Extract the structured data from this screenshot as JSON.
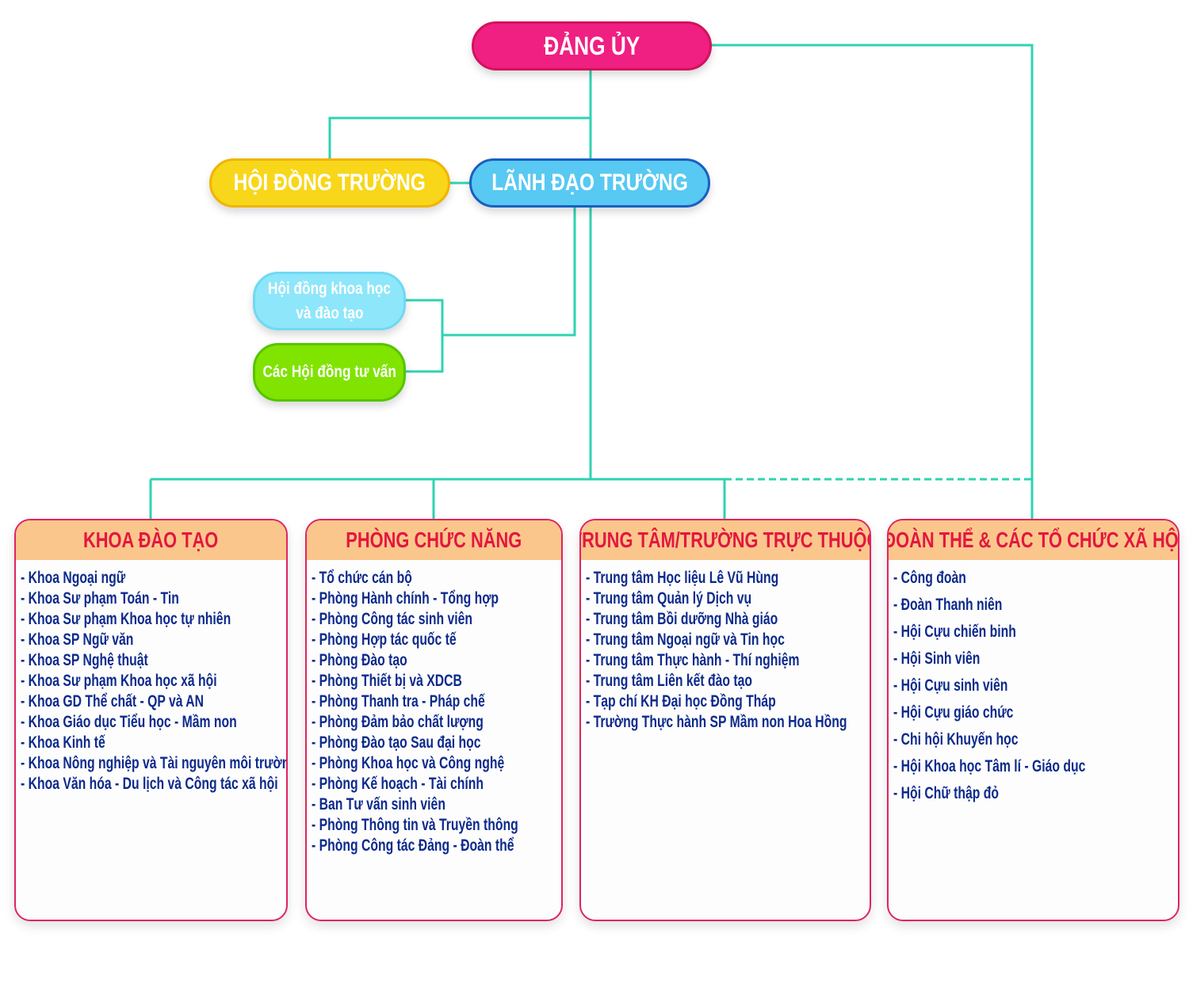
{
  "colors": {
    "line": "#2fd3b1",
    "dang_uy": "#f01f82",
    "hoi_dong_truong": "#f8d61a",
    "lanh_dao": "#58c9f2",
    "header": "#fbc68c",
    "title": "#e3173f",
    "item": "#0d2a8c"
  },
  "nodes": {
    "dang_uy": "ĐẢNG ỦY",
    "hoi_dong_truong": "HỘI ĐỒNG TRƯỜNG",
    "lanh_dao_truong": "LÃNH ĐẠO TRƯỜNG",
    "hoi_dong_khoa_hoc_1": "Hội đồng khoa học",
    "hoi_dong_khoa_hoc_2": "và đào tạo",
    "hoi_dong_tu_van": "Các Hội đồng tư vấn"
  },
  "groups": [
    {
      "title": "KHOA ĐÀO TẠO",
      "items": [
        "- Khoa Ngoại ngữ",
        "- Khoa Sư phạm Toán - Tin",
        "- Khoa Sư phạm Khoa học tự nhiên",
        "- Khoa SP Ngữ văn",
        "- Khoa SP Nghệ thuật",
        "- Khoa Sư phạm Khoa học xã hội",
        "- Khoa GD Thể chất - QP và AN",
        "- Khoa Giáo dục Tiểu học - Mầm non",
        "- Khoa Kinh tế",
        "- Khoa Nông nghiệp và Tài nguyên môi trường",
        "- Khoa Văn hóa - Du lịch và Công tác xã hội"
      ]
    },
    {
      "title": "PHÒNG CHỨC NĂNG",
      "items": [
        "- Tổ chức cán bộ",
        "- Phòng Hành chính - Tổng hợp",
        "- Phòng Công tác sinh viên",
        "- Phòng Hợp tác quốc tế",
        "- Phòng Đào tạo",
        "- Phòng Thiết bị và XDCB",
        "- Phòng Thanh tra - Pháp chế",
        "- Phòng Đảm bảo chất lượng",
        "- Phòng Đào tạo Sau đại học",
        "- Phòng Khoa học và Công nghệ",
        "- Phòng Kế hoạch - Tài chính",
        "- Ban Tư vấn sinh viên",
        "- Phòng Thông tin và Truyền thông",
        "- Phòng Công tác Đảng - Đoàn thể"
      ]
    },
    {
      "title": "TRUNG TÂM/TRƯỜNG TRỰC THUỘC",
      "items": [
        "- Trung tâm Học liệu Lê Vũ Hùng",
        "- Trung tâm Quản lý Dịch vụ",
        "- Trung tâm Bồi dưỡng Nhà giáo",
        "- Trung tâm Ngoại ngữ và Tin học",
        "- Trung tâm Thực hành - Thí nghiệm",
        "- Trung tâm Liên kết đào tạo",
        "- Tạp chí KH Đại học Đồng Tháp",
        "- Trường Thực hành SP Mầm non Hoa Hồng"
      ]
    },
    {
      "title": "ĐOÀN THỂ & CÁC TỔ CHỨC XÃ HỘI",
      "items": [
        "- Công đoàn",
        "- Đoàn Thanh niên",
        "- Hội Cựu chiến binh",
        "- Hội Sinh viên",
        "- Hội Cựu sinh viên",
        "- Hội Cựu giáo chức",
        "- Chi hội Khuyến học",
        "- Hội Khoa học Tâm lí - Giáo dục",
        "- Hội Chữ thập đỏ"
      ]
    }
  ]
}
